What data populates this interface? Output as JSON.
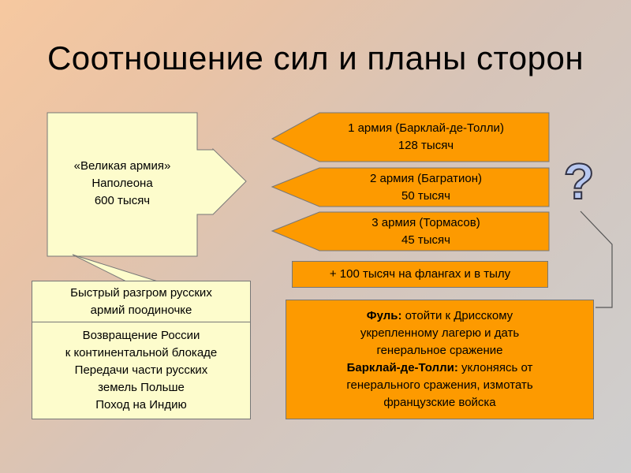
{
  "title": "Соотношение сил и планы сторон",
  "colors": {
    "cream_fill": "#fdfccc",
    "orange_fill": "#fd9a00",
    "background_start": "#f6c8a0",
    "background_end": "#cfcfcf"
  },
  "france": {
    "army_lines": [
      "«Великая армия»",
      "Наполеона",
      "600 тысяч"
    ],
    "plan_primary": [
      "Быстрый разгром русских",
      "армий поодиночке"
    ],
    "plan_secondary": [
      "Возвращение России",
      "к континентальной блокаде",
      "Передачи части русских",
      "земель Польше",
      "Поход на Индию"
    ]
  },
  "russia": {
    "armies": [
      {
        "line1": "1 армия (Барклай-де-Толли)",
        "line2": "128 тысяч"
      },
      {
        "line1": "2 армия (Багратион)",
        "line2": "50 тысяч"
      },
      {
        "line1": "3 армия (Тормасов)",
        "line2": "45 тысяч"
      }
    ],
    "reserve": "+ 100 тысяч на флангах и в тылу",
    "plans": {
      "fuhl_name": "Фуль:",
      "fuhl_line1_rest": " отойти к Дрисскому",
      "fuhl_line2": "укрепленному лагерю и дать",
      "fuhl_line3": "генеральное сражение",
      "barclay_name": "Барклай-де-Толли:",
      "barclay_line1_rest": " уклоняясь от",
      "barclay_line2": "генерального сражения, измотать",
      "barclay_line3": "французские войска"
    }
  },
  "question_mark": "?",
  "icons": {
    "question": "question-mark-icon"
  }
}
